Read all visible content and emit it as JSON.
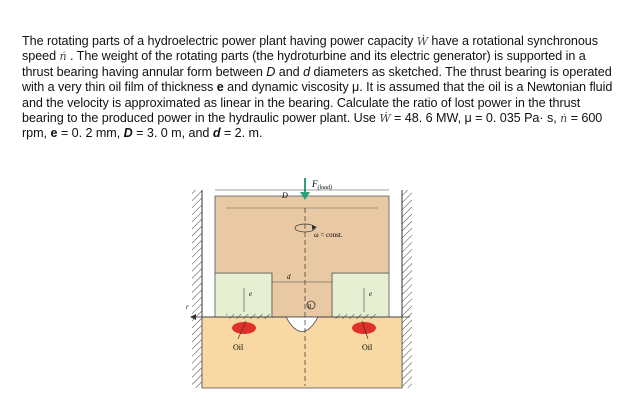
{
  "problem": {
    "seg1": "The rotating parts of a hydroelectric power plant having power capacity ",
    "power_symbol": "Ẇ",
    "seg2": " have a rotational synchronous speed ",
    "speed_symbol": "ṅ",
    "seg3": " . The weight of the rotating parts (the hydroturbine and its electric generator) is supported in a thrust bearing having annular form between ",
    "D": "D",
    "seg4": " and ",
    "d": "d",
    "seg5": " diameters as sketched. The thrust bearing is operated with a very thin oil film of thickness ",
    "e": "e",
    "seg6": " and dynamic viscosity μ.  It is assumed that the oil is a Newtonian fluid and the velocity is approximated as linear in the bearing.  Calculate the ratio of lost power in the thrust bearing to the produced power in the hydraulic power plant.  Use ",
    "seg7": " = 48. 6 MW, μ = 0. 035  Pa· s, ",
    "seg8": " = 600 rpm, ",
    "seg9": " = 0. 2  mm, ",
    "seg10": " = 3. 0 m, and ",
    "seg11": " = 2. m."
  },
  "figure": {
    "load_label": "F",
    "load_sub": "(load)",
    "D_label": "D",
    "d_label": "d",
    "e_left": "e",
    "e_right": "e",
    "omega_label": "ω = const.",
    "origin_label": "0",
    "oil_left": "Oil",
    "oil_right": "Oil",
    "r_label": "r"
  },
  "colors": {
    "rotor": "#e9c9a3",
    "film": "#e7efd2",
    "base": "#f8d9a4",
    "load_arrow": "#2aa37a",
    "oil_red": "#e0302a"
  }
}
